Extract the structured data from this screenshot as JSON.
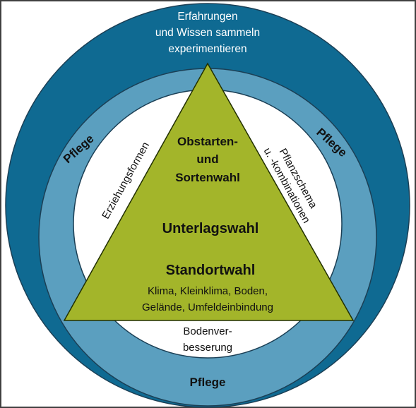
{
  "outer_ring": {
    "line1": "Erfahrungen",
    "line2": "und Wissen sammeln",
    "line3": "experimentieren"
  },
  "middle_ring": {
    "left": "Pflege",
    "right": "Pflege",
    "bottom": "Pflege"
  },
  "inner_circle": {
    "left": "Erziehungsformen",
    "right_line1": "Pflanzschema",
    "right_line2": "u. -kombinationen",
    "bottom_line1": "Bodenver-",
    "bottom_line2": "besserung"
  },
  "triangle": {
    "top_line1": "Obstarten-",
    "top_line2": "und",
    "top_line3": "Sortenwahl",
    "middle": "Unterlagswahl",
    "bottom_title": "Standortwahl",
    "bottom_sub1": "Klima, Kleinklima, Boden,",
    "bottom_sub2": "Gelände, Umfeldeinbindung"
  },
  "colors": {
    "outer_ring": "#0f6a92",
    "middle_ring": "#5b9fbf",
    "inner_circle": "#ffffff",
    "triangle": "#a3b52a",
    "frame": "#404040"
  }
}
